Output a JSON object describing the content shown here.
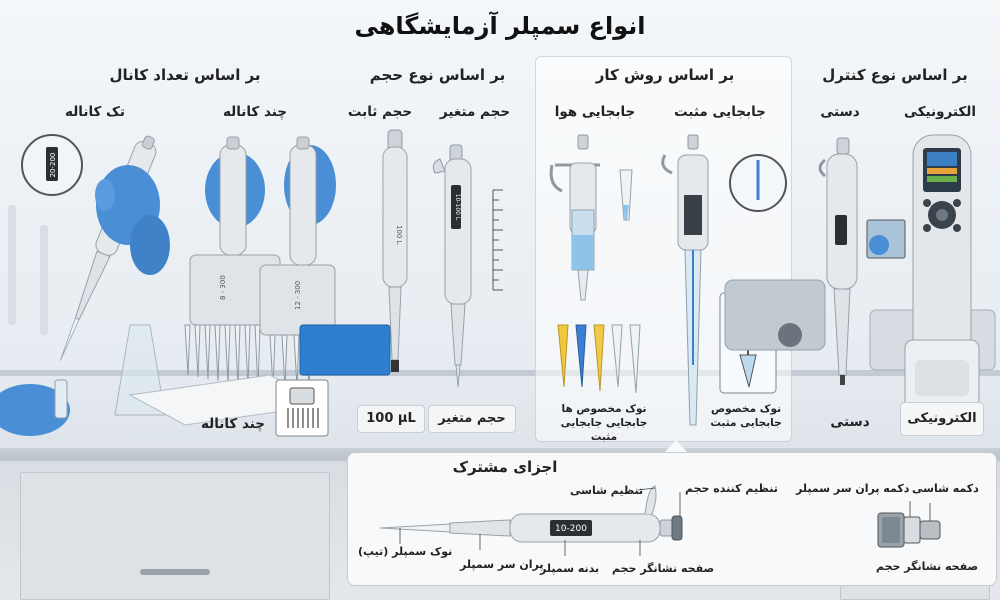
{
  "title": "انواع سمپلر آزمایشگاهی",
  "sections": {
    "channels": {
      "title": "بر اساس تعداد کانال",
      "single": "تک کاناله",
      "multi": "چند کاناله",
      "multi_bottom": "چند کاناله"
    },
    "volume": {
      "title": "بر اساس نوع حجم",
      "fixed": "حجم ثابت",
      "variable": "حجم متغیر",
      "fixed_value": "100 μL",
      "variable_bottom": "حجم متغیر"
    },
    "mechanism": {
      "title": "بر اساس روش کار",
      "air": "جابجایی هوا",
      "positive": "جابجایی مثبت",
      "tips_air": "نوک مخصوص ها جابجایی جابجایی مثبت",
      "tips_positive": "نوک مخصوص جابجایی مثبت"
    },
    "control": {
      "title": "بر اساس نوع کنترل",
      "manual": "دستی",
      "electronic": "الکترونیکی",
      "manual_bottom": "دستی",
      "electronic_bottom": "الکترونیکی"
    }
  },
  "parts": {
    "title": "اجزای مشترک",
    "volume_adjust": "تنظیم کننده حجم",
    "shaft_adjust": "تنظیم شاسی",
    "tip": "نوک سمپلر (تیپ)",
    "ejector": "پران سر سمپلر",
    "body": "بدنه سمپلر",
    "display": "صفحه نشانگر حجم",
    "display_value": "10-200",
    "plunger_button": "دکمه شاسی",
    "ejector_button": "دکمه پران سر سمپلر",
    "display2": "صفحه نشانگر حجم"
  },
  "colors": {
    "glove": "#4a8fd6",
    "pipette_body": "#e6e9ec",
    "liquid": "#8fc3ea",
    "tip_yellow": "#f0c93a",
    "tip_blue": "#3b7fd1"
  }
}
